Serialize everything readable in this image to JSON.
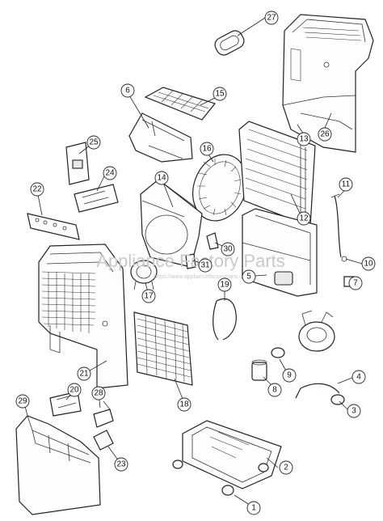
{
  "watermark": {
    "large": "Appliance Factory Parts",
    "small": "https://www.appliancefactoryparts.com"
  },
  "callouts": [
    {
      "id": "c1",
      "label": "1"
    },
    {
      "id": "c2",
      "label": "2"
    },
    {
      "id": "c3",
      "label": "3"
    },
    {
      "id": "c4",
      "label": "4"
    },
    {
      "id": "c5",
      "label": "5"
    },
    {
      "id": "c6",
      "label": "6"
    },
    {
      "id": "c7",
      "label": "7"
    },
    {
      "id": "c8",
      "label": "8"
    },
    {
      "id": "c9",
      "label": "9"
    },
    {
      "id": "c10",
      "label": "10"
    },
    {
      "id": "c11",
      "label": "11"
    },
    {
      "id": "c12",
      "label": "12"
    },
    {
      "id": "c13",
      "label": "13"
    },
    {
      "id": "c14",
      "label": "14"
    },
    {
      "id": "c15",
      "label": "15"
    },
    {
      "id": "c16",
      "label": "16"
    },
    {
      "id": "c17",
      "label": "17"
    },
    {
      "id": "c18",
      "label": "18"
    },
    {
      "id": "c19",
      "label": "19"
    },
    {
      "id": "c20",
      "label": "20"
    },
    {
      "id": "c21",
      "label": "21"
    },
    {
      "id": "c22",
      "label": "22"
    },
    {
      "id": "c23",
      "label": "23"
    },
    {
      "id": "c24",
      "label": "24"
    },
    {
      "id": "c25",
      "label": "25"
    },
    {
      "id": "c26",
      "label": "26"
    },
    {
      "id": "c27",
      "label": "27"
    },
    {
      "id": "c28",
      "label": "28"
    },
    {
      "id": "c29",
      "label": "29"
    },
    {
      "id": "c30",
      "label": "30"
    },
    {
      "id": "c31",
      "label": "31"
    }
  ]
}
